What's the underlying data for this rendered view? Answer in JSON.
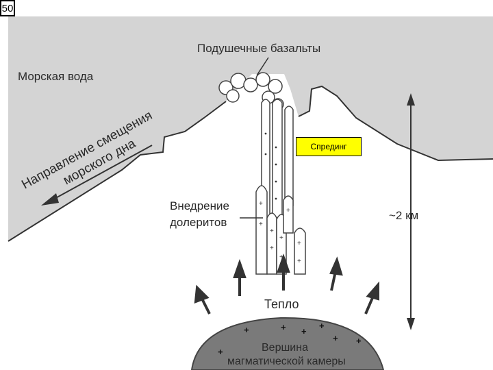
{
  "slide_number": "50",
  "labels": {
    "sea_water": "Морская вода",
    "pillow_basalts": "Подушечные базальты",
    "spreading_dir_line1": "Направление смещения",
    "spreading_dir_line2": "морского дна",
    "dolerites_line1": "Внедрение",
    "dolerites_line2": "долеритов",
    "depth": "~2 км",
    "heat": "Тепло",
    "chamber_line1": "Вершина",
    "chamber_line2": "магматической камеры"
  },
  "highlight_box": "Спрединг",
  "colors": {
    "water": "#d4d4d4",
    "chamber": "#7a7a7a",
    "highlight": "#ffff00"
  }
}
